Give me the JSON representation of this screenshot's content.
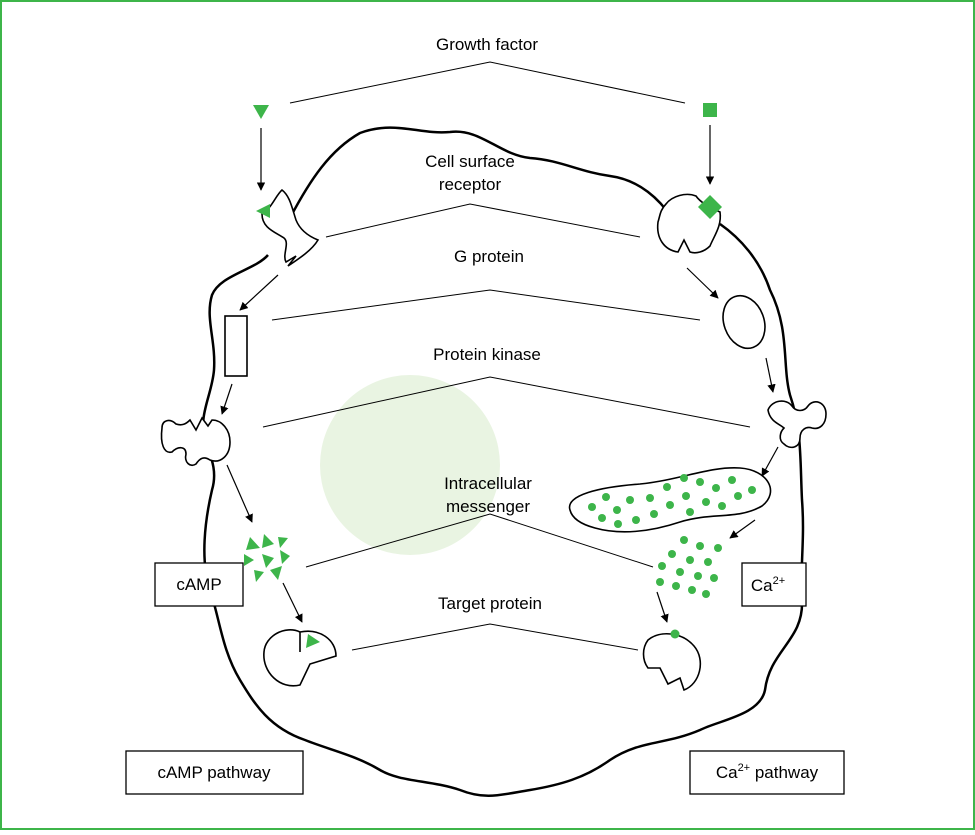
{
  "labels": {
    "growth_factor": "Growth factor",
    "cell_surface_receptor_1": "Cell surface",
    "cell_surface_receptor_2": "receptor",
    "g_protein": "G protein",
    "protein_kinase": "Protein kinase",
    "intracellular_messenger_1": "Intracellular",
    "intracellular_messenger_2": "messenger",
    "target_protein": "Target protein"
  },
  "boxes": {
    "camp": "cAMP",
    "ca_base": "Ca",
    "ca_sup": "2+",
    "camp_pathway": "cAMP pathway",
    "ca_pathway_base": "Ca",
    "ca_pathway_sup": "2+",
    "ca_pathway_suffix": " pathway"
  },
  "colors": {
    "frame": "#3db54a",
    "accent": "#3db54a",
    "stroke": "#000000",
    "glow": "#e9f4e2"
  }
}
